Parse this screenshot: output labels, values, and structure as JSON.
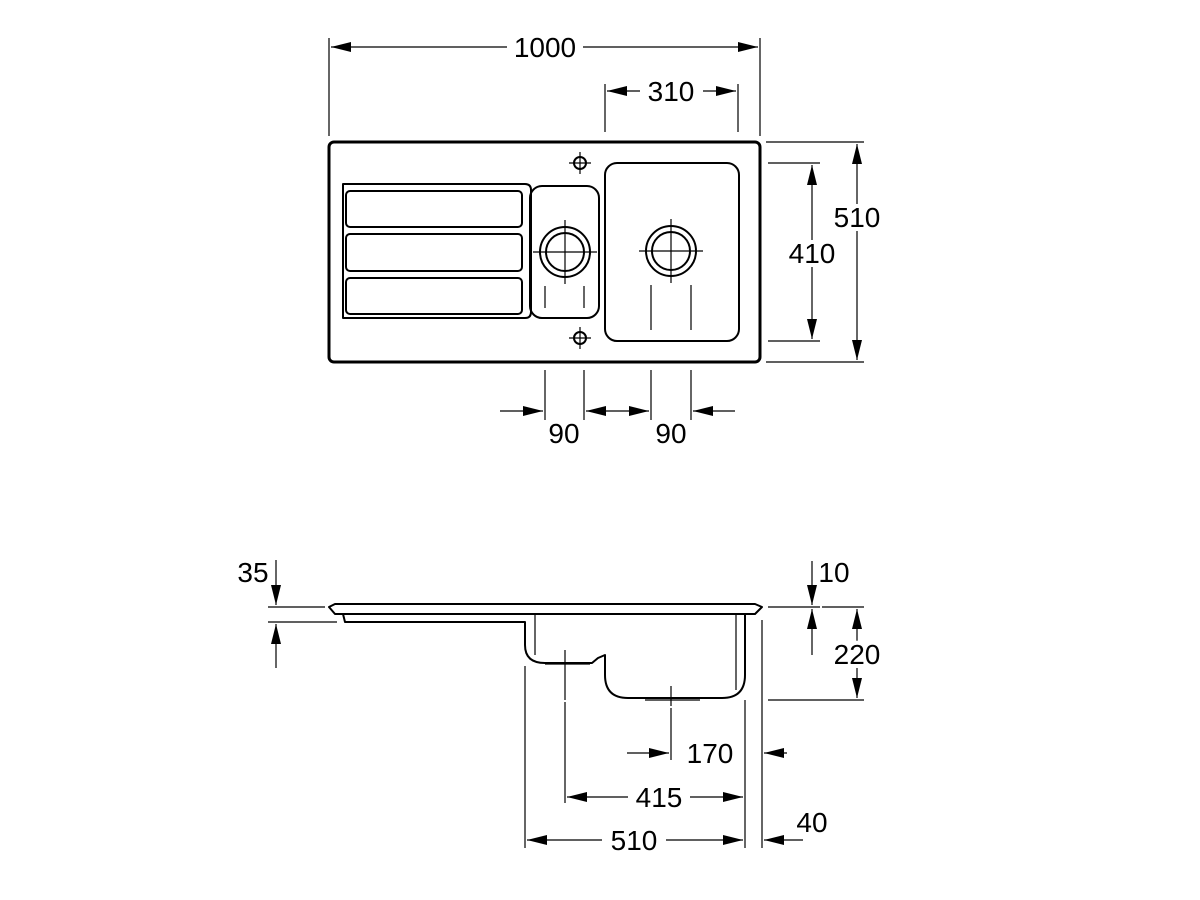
{
  "colors": {
    "line": "#000000",
    "background": "#ffffff"
  },
  "top_view": {
    "overall_width": "1000",
    "bowl_spacing": "310",
    "overall_depth": "510",
    "bowl_depth": "410",
    "left_waste_offset": "90",
    "right_waste_offset": "90"
  },
  "side_view": {
    "rim_height": "35",
    "lip_height": "10",
    "bowl_height": "220",
    "edge_offset": "170",
    "bowl_reach": "415",
    "bowl_width": "510",
    "end_margin": "40"
  }
}
